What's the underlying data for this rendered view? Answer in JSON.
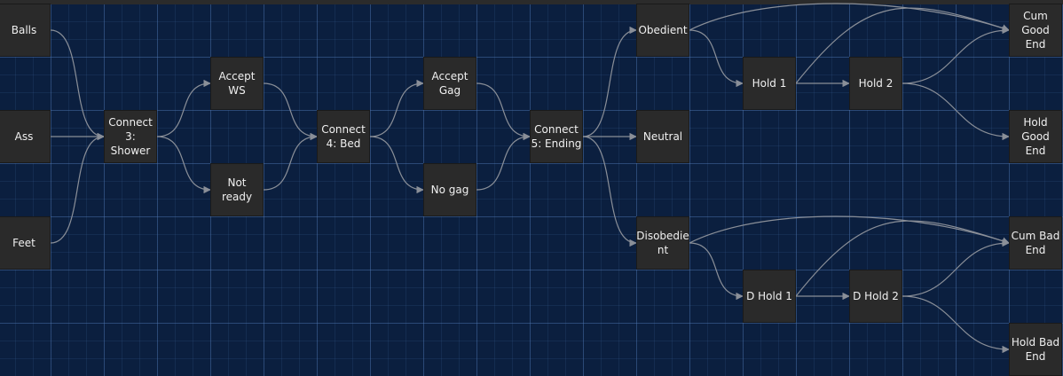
{
  "colors": {
    "background": "#0b1f3f",
    "node": "#2a2a2a",
    "edge": "#8a8f98",
    "text": "#f0f0f0"
  },
  "diagram": {
    "nodes": [
      {
        "id": "balls",
        "label": "Balls"
      },
      {
        "id": "ass",
        "label": "Ass"
      },
      {
        "id": "feet",
        "label": "Feet"
      },
      {
        "id": "connect3",
        "label": "Connect\n3: Shower"
      },
      {
        "id": "accept_ws",
        "label": "Accept\nWS"
      },
      {
        "id": "not_ready",
        "label": "Not ready"
      },
      {
        "id": "connect4",
        "label": "Connect\n4: Bed"
      },
      {
        "id": "accept_gag",
        "label": "Accept\nGag"
      },
      {
        "id": "no_gag",
        "label": "No gag"
      },
      {
        "id": "connect5",
        "label": "Connect\n5: Ending"
      },
      {
        "id": "obedient",
        "label": "Obedient"
      },
      {
        "id": "neutral",
        "label": "Neutral"
      },
      {
        "id": "disobedient",
        "label": "Disobedie\nnt"
      },
      {
        "id": "hold1",
        "label": "Hold 1"
      },
      {
        "id": "hold2",
        "label": "Hold 2"
      },
      {
        "id": "d_hold1",
        "label": "D Hold 1"
      },
      {
        "id": "d_hold2",
        "label": "D Hold 2"
      },
      {
        "id": "cum_good_end",
        "label": "Cum\nGood End"
      },
      {
        "id": "hold_good_end",
        "label": "Hold\nGood End"
      },
      {
        "id": "cum_bad_end",
        "label": "Cum Bad\nEnd"
      },
      {
        "id": "hold_bad_end",
        "label": "Hold Bad\nEnd"
      }
    ],
    "edges": [
      [
        "balls",
        "connect3"
      ],
      [
        "ass",
        "connect3"
      ],
      [
        "feet",
        "connect3"
      ],
      [
        "connect3",
        "accept_ws"
      ],
      [
        "connect3",
        "not_ready"
      ],
      [
        "accept_ws",
        "connect4"
      ],
      [
        "not_ready",
        "connect4"
      ],
      [
        "connect4",
        "accept_gag"
      ],
      [
        "connect4",
        "no_gag"
      ],
      [
        "accept_gag",
        "connect5"
      ],
      [
        "no_gag",
        "connect5"
      ],
      [
        "connect5",
        "obedient"
      ],
      [
        "connect5",
        "neutral"
      ],
      [
        "connect5",
        "disobedient"
      ],
      [
        "obedient",
        "cum_good_end"
      ],
      [
        "obedient",
        "hold1"
      ],
      [
        "hold1",
        "cum_good_end"
      ],
      [
        "hold1",
        "hold2"
      ],
      [
        "hold2",
        "cum_good_end"
      ],
      [
        "hold2",
        "hold_good_end"
      ],
      [
        "disobedient",
        "cum_bad_end"
      ],
      [
        "disobedient",
        "d_hold1"
      ],
      [
        "d_hold1",
        "cum_bad_end"
      ],
      [
        "d_hold1",
        "d_hold2"
      ],
      [
        "d_hold2",
        "cum_bad_end"
      ],
      [
        "d_hold2",
        "hold_bad_end"
      ]
    ]
  }
}
